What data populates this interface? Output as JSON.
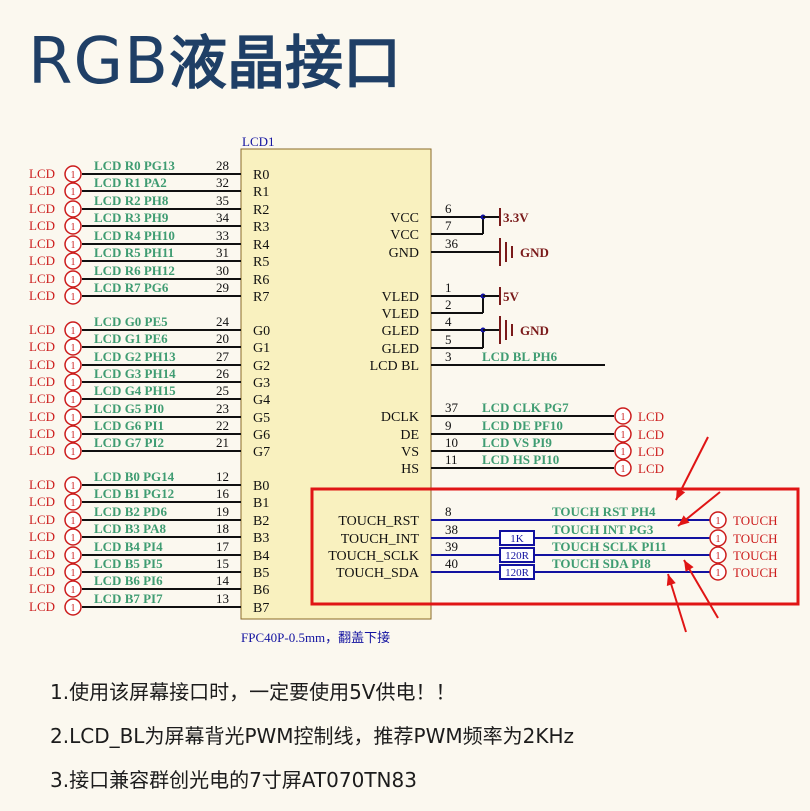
{
  "title": {
    "en": "RGB",
    "zh": "液晶接口"
  },
  "component": {
    "ref": "LCD1",
    "footprint": "FPC40P-0.5mm，翻盖下接"
  },
  "left_pins": [
    {
      "net": "LCD R0 PG13",
      "num": "28",
      "name": "R0"
    },
    {
      "net": "LCD R1 PA2",
      "num": "32",
      "name": "R1"
    },
    {
      "net": "LCD R2 PH8",
      "num": "35",
      "name": "R2"
    },
    {
      "net": "LCD R3 PH9",
      "num": "34",
      "name": "R3"
    },
    {
      "net": "LCD R4 PH10",
      "num": "33",
      "name": "R4"
    },
    {
      "net": "LCD R5 PH11",
      "num": "31",
      "name": "R5"
    },
    {
      "net": "LCD R6 PH12",
      "num": "30",
      "name": "R6"
    },
    {
      "net": "LCD R7 PG6",
      "num": "29",
      "name": "R7"
    },
    {
      "net": "LCD G0 PE5",
      "num": "24",
      "name": "G0"
    },
    {
      "net": "LCD G1 PE6",
      "num": "20",
      "name": "G1"
    },
    {
      "net": "LCD G2 PH13",
      "num": "27",
      "name": "G2"
    },
    {
      "net": "LCD G3 PH14",
      "num": "26",
      "name": "G3"
    },
    {
      "net": "LCD G4 PH15",
      "num": "25",
      "name": "G4"
    },
    {
      "net": "LCD G5 PI0",
      "num": "23",
      "name": "G5"
    },
    {
      "net": "LCD G6 PI1",
      "num": "22",
      "name": "G6"
    },
    {
      "net": "LCD G7 PI2",
      "num": "21",
      "name": "G7"
    },
    {
      "net": "LCD B0 PG14",
      "num": "12",
      "name": "B0"
    },
    {
      "net": "LCD B1 PG12",
      "num": "16",
      "name": "B1"
    },
    {
      "net": "LCD B2 PD6",
      "num": "19",
      "name": "B2"
    },
    {
      "net": "LCD B3 PA8",
      "num": "18",
      "name": "B3"
    },
    {
      "net": "LCD B4 PI4",
      "num": "17",
      "name": "B4"
    },
    {
      "net": "LCD B5 PI5",
      "num": "15",
      "name": "B5"
    },
    {
      "net": "LCD B6 PI6",
      "num": "14",
      "name": "B6"
    },
    {
      "net": "LCD B7 PI7",
      "num": "13",
      "name": "B7"
    }
  ],
  "right_pins": [
    {
      "name": "VCC",
      "num": "6"
    },
    {
      "name": "VCC",
      "num": "7"
    },
    {
      "name": "GND",
      "num": "36"
    },
    {
      "name": "VLED",
      "num": "1"
    },
    {
      "name": "VLED",
      "num": "2"
    },
    {
      "name": "GLED",
      "num": "4"
    },
    {
      "name": "GLED",
      "num": "5"
    },
    {
      "name": "LCD BL",
      "num": "3",
      "net": "LCD BL PH6"
    },
    {
      "name": "DCLK",
      "num": "37",
      "net": "LCD CLK PG7"
    },
    {
      "name": "DE",
      "num": "9",
      "net": "LCD DE PF10"
    },
    {
      "name": "VS",
      "num": "10",
      "net": "LCD VS PI9"
    },
    {
      "name": "HS",
      "num": "11",
      "net": "LCD HS PI10"
    },
    {
      "name": "TOUCH_RST",
      "num": "8",
      "net": "TOUCH RST PH4"
    },
    {
      "name": "TOUCH_INT",
      "num": "38",
      "net": "TOUCH INT PG3",
      "res": "1K"
    },
    {
      "name": "TOUCH_SCLK",
      "num": "39",
      "net": "TOUCH SCLK PI11",
      "res": "120R"
    },
    {
      "name": "TOUCH_SDA",
      "num": "40",
      "net": "TOUCH SDA PI8",
      "res": "120R"
    }
  ],
  "port_labels": {
    "lcd": "LCD",
    "touch": "TOUCH",
    "port_num": "1"
  },
  "power_labels": {
    "v33": "3.3V",
    "v5": "5V",
    "gnd": "GND"
  },
  "notes": [
    "1.使用该屏幕接口时，一定要使用5V供电！！",
    "2.LCD_BL为屏幕背光PWM控制线，推荐PWM频率为2KHz",
    "3.接口兼容群创光电的7寸屏AT070TN83"
  ],
  "colors": {
    "title": "#1f3f66",
    "wire": "#101010",
    "net": "#3f9c72",
    "red": "#cc1c1c",
    "blue": "#1212a0",
    "box": "#f9f1bf",
    "power": "#7a1a1a"
  }
}
